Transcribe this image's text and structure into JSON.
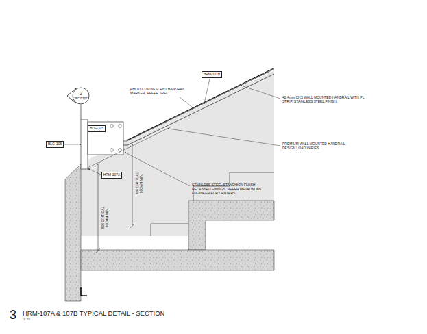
{
  "diagram": {
    "title": "HRM-107A & 107B TYPICAL DETAIL - SECTION",
    "nodes": [
      {
        "text": [
          "2",
          "SEC-53-3001"
        ]
      },
      {
        "text": [
          "HRM-107B"
        ]
      },
      {
        "text": [
          "BLG-103"
        ]
      },
      {
        "text": [
          "BLG-106"
        ]
      },
      {
        "text": [
          "HRM-107A"
        ]
      }
    ],
    "labels": [
      "PHOTOLUMINESCENT HANDRAIL MARKER. REFER SPEC.",
      "42.4mm CHS WALL MOUNTED HANDRAIL WITH PL STRIP. STAINLESS STEEL FINISH.",
      "PREMIUM WALL MOUNTED HANDRAIL. DESIGN LOAD VARIES.",
      "STAINLESS STEEL STANCHION FLUSH RECESSED FIXINGS. REFER METALWORK ENGINEER FOR CENTERS.",
      "900 CRITICAL",
      "900MM MIN.",
      "900 CRITICAL",
      "900MM MIN.",
      "3",
      "1 : 10"
    ]
  }
}
